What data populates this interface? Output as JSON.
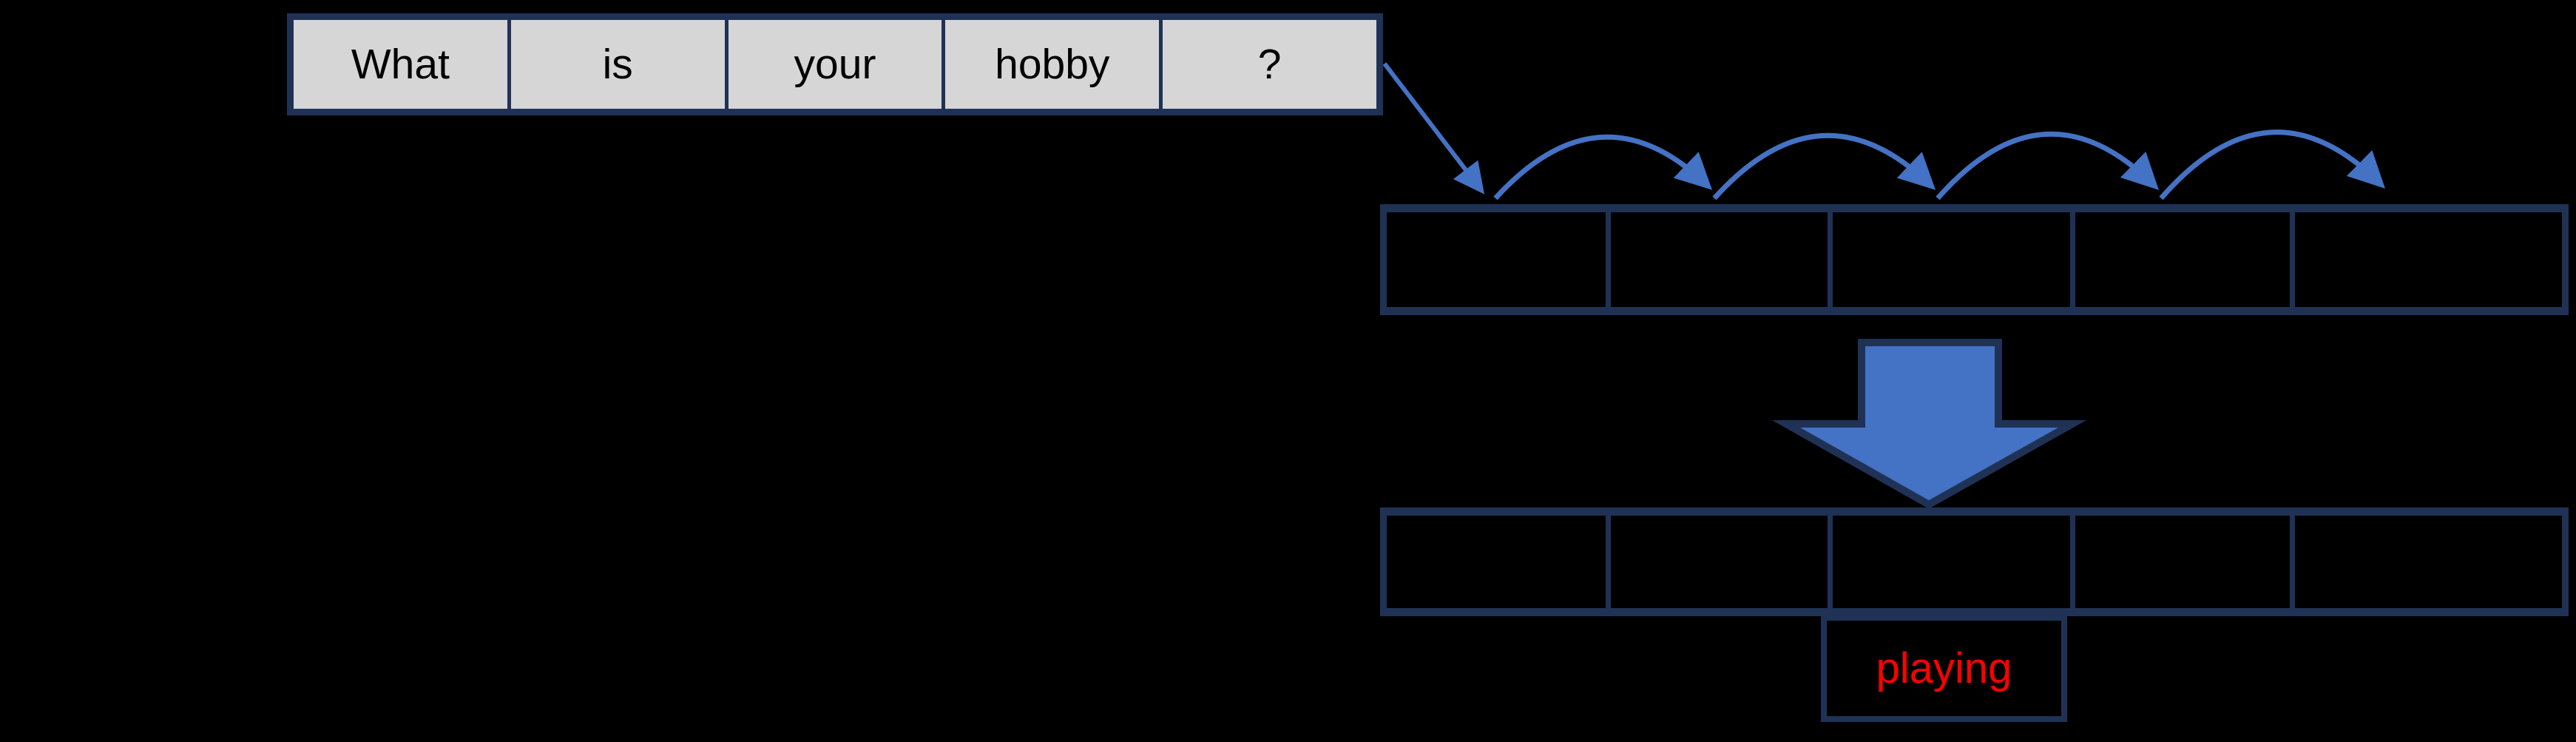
{
  "canvas": {
    "background": "#000000"
  },
  "colors": {
    "border_navy": "#1f3256",
    "arrow_blue": "#4472c4",
    "cell_gray": "#d6d6d6",
    "text_black": "#000000",
    "highlight_red": "#ff0000"
  },
  "sentence_row": {
    "cells": [
      "What",
      "is",
      "your",
      "hobby",
      "?"
    ]
  },
  "hidden_row_top": {
    "cells": [
      "",
      "",
      "",
      "",
      ""
    ]
  },
  "hidden_row_bottom": {
    "cells": [
      "",
      "",
      "",
      "",
      ""
    ]
  },
  "output_box": {
    "label": "playing"
  },
  "icons": {
    "input_feed_arrow": "diagonal-line-arrow",
    "hop_arcs": "arched-hop-arrows",
    "transform_arrow": "block-down-arrow"
  }
}
